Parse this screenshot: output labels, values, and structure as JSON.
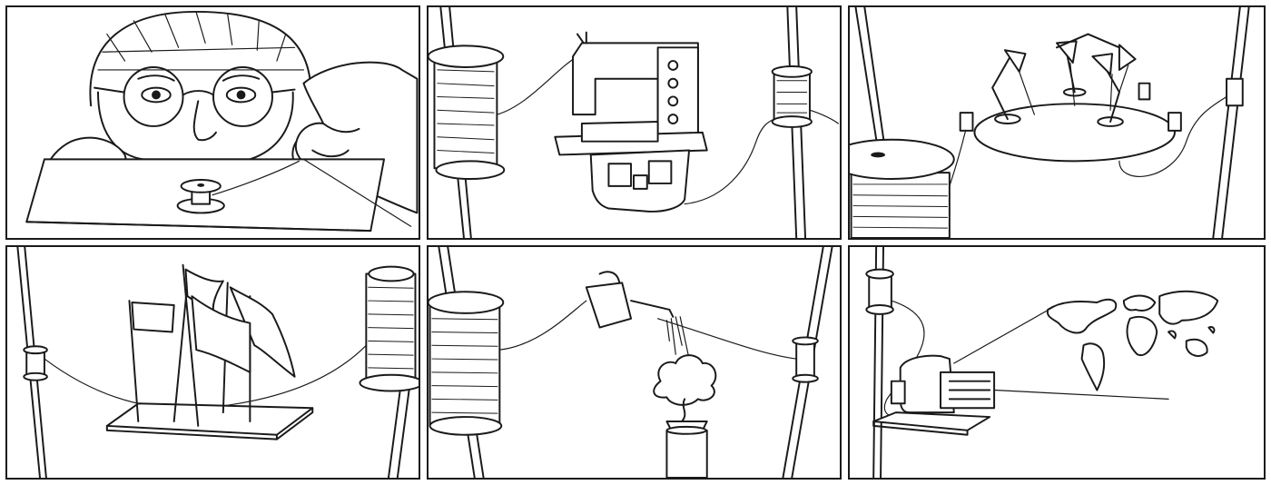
{
  "storyboard": {
    "panels": [
      {
        "id": "panel-1",
        "subject": "craftsman-with-spool"
      },
      {
        "id": "panel-2",
        "subject": "sewing-machine"
      },
      {
        "id": "panel-3",
        "subject": "desk-lamps-on-disc"
      },
      {
        "id": "panel-4",
        "subject": "flags-on-board"
      },
      {
        "id": "panel-5",
        "subject": "watering-can-bonsai"
      },
      {
        "id": "panel-6",
        "subject": "projector-world-map"
      }
    ]
  },
  "colors": {
    "ink": "#1a1a1a",
    "paper": "#ffffff"
  }
}
